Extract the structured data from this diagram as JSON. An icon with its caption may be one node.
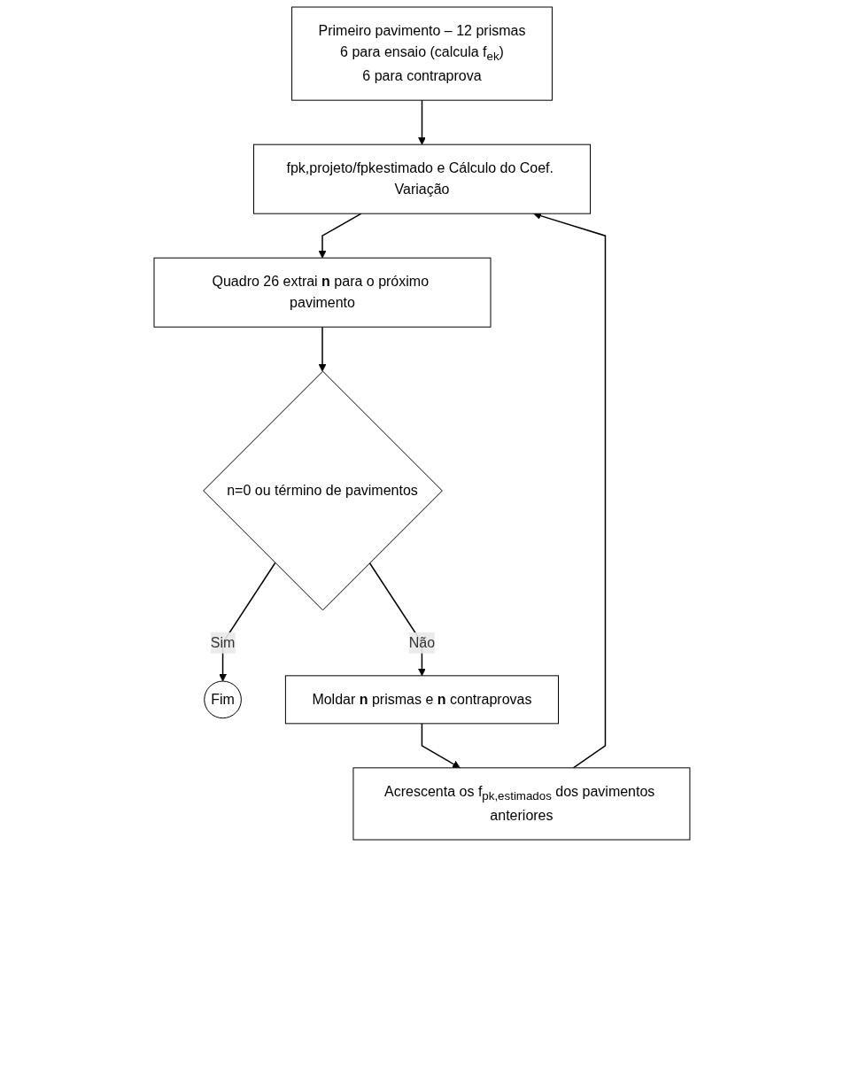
{
  "diagram": {
    "nodes": [
      {
        "text": [
          "Primeiro pavimento – 12 prismas",
          "6 para ensaio (calcula f$_{ek}$)",
          "6 para contraprova"
        ]
      },
      {
        "text": [
          "fpk,projeto/fpkestimado e Cálculo do Coef. Variação"
        ]
      },
      {
        "text": [
          "Quadro 26 extrai **n** para o próximo pavimento"
        ]
      },
      {
        "text": [
          "n=0 ou término de pavimentos"
        ]
      },
      {
        "text": [
          "Fim"
        ]
      },
      {
        "text": [
          "Moldar **n** prismas e **n** contraprovas"
        ]
      },
      {
        "text": [
          "Acrescenta os f$_{pk,estimados}$ dos pavimentos anteriores"
        ]
      }
    ],
    "edges": [
      {
        "from": 0,
        "to": 1,
        "arrow": "to"
      },
      {
        "from": 1,
        "to": 2,
        "arrow": "to"
      },
      {
        "from": 2,
        "to": 3,
        "arrow": "to"
      },
      {
        "from": 3,
        "to": 4,
        "arrow": "to",
        "label": "Sim"
      },
      {
        "from": 3,
        "to": 5,
        "arrow": "to",
        "label": "Não"
      },
      {
        "from": 5,
        "to": 6,
        "arrow": "to"
      },
      {
        "from": 6,
        "to": 1,
        "arrow": "to"
      }
    ]
  }
}
